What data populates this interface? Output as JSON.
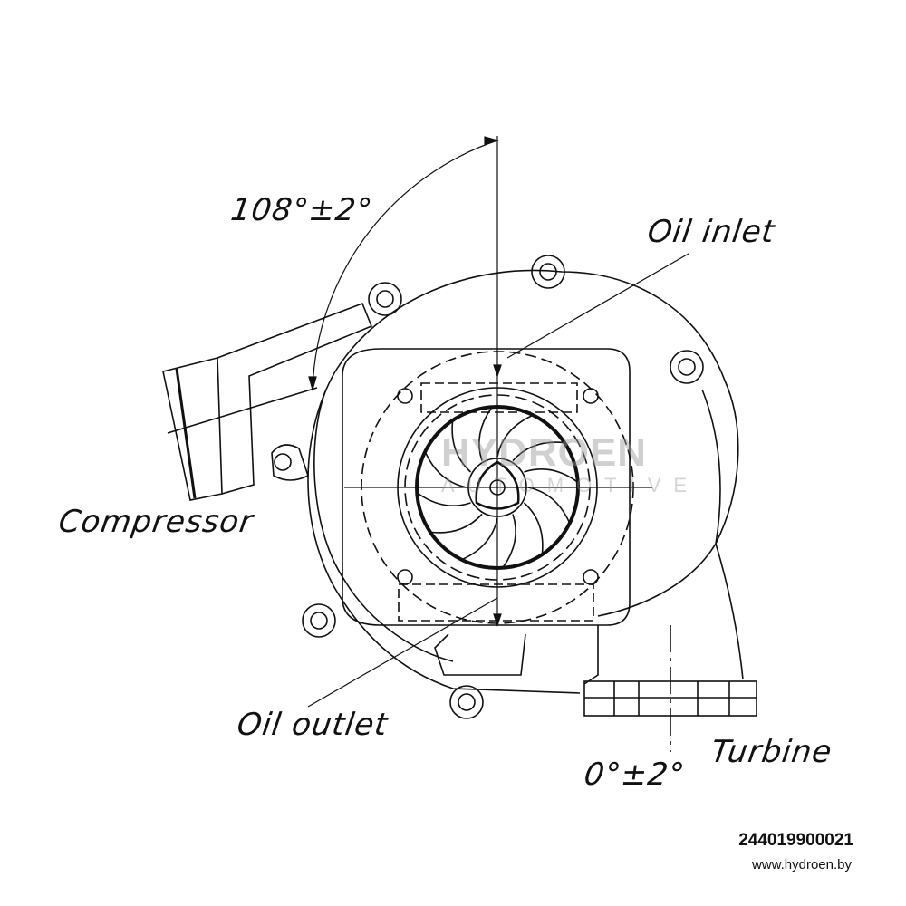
{
  "labels": {
    "angle_compressor": "108°±2°",
    "oil_inlet": "Oil inlet",
    "compressor": "Compressor",
    "oil_outlet": "Oil outlet",
    "turbine": "Turbine",
    "angle_turbine": "0°±2°"
  },
  "watermark": {
    "line1": "HYDROEN",
    "line2": "AUTOMOTIVE"
  },
  "footer": {
    "part_number": "244019900021",
    "website": "www.hydroen.by"
  }
}
